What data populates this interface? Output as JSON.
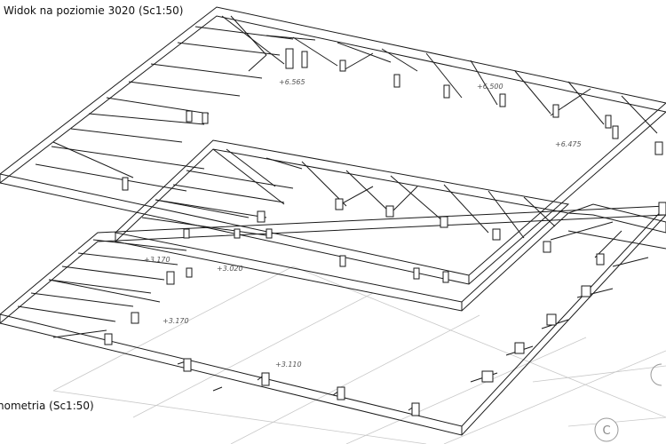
{
  "view_title": "Widok na poziomie 3020 (Sc1:50)",
  "axonometric_title": "nometria (Sc1:50)",
  "grid_bubble_label": "C",
  "elevations": [
    "+6.565",
    "+6.500",
    "+6.475",
    "+3.170",
    "+3.020",
    "+3.170",
    "+3.110"
  ],
  "colors": {
    "line": "#1a1a1a",
    "grid": "#c8c8c8",
    "bubble": "#999999"
  }
}
